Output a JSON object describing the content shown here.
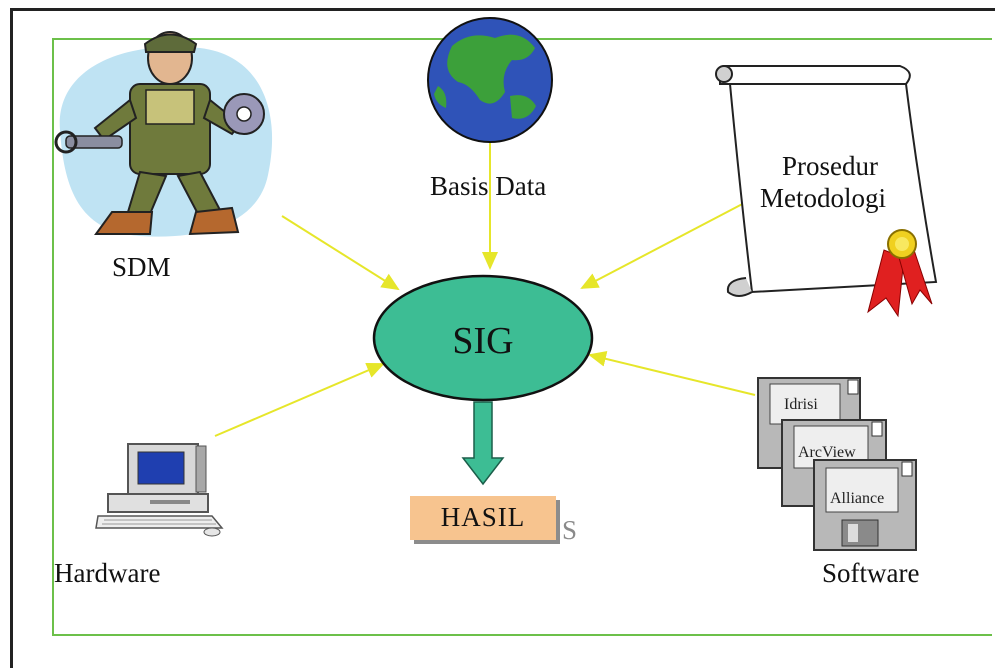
{
  "diagram": {
    "center_node": "SIG",
    "components": {
      "sdm": "SDM",
      "basis_data": "Basis Data",
      "prosedur_line1": "Prosedur",
      "prosedur_line2": "Metodologi",
      "hardware": "Hardware",
      "software": "Software"
    },
    "software_disks": [
      "Idrisi",
      "ArcView",
      "Alliance"
    ],
    "output": "HASIL",
    "output_suffix": "S",
    "colors": {
      "sig_fill": "#3dbd94",
      "arrow_yellow": "#e6e62a",
      "output_arrow": "#3dbd94",
      "hasil_fill": "#f7c48f",
      "frame_green": "#6cc04a"
    },
    "icons": [
      "worker-icon",
      "globe-icon",
      "scroll-icon",
      "computer-icon",
      "floppy-disk-icon"
    ]
  }
}
